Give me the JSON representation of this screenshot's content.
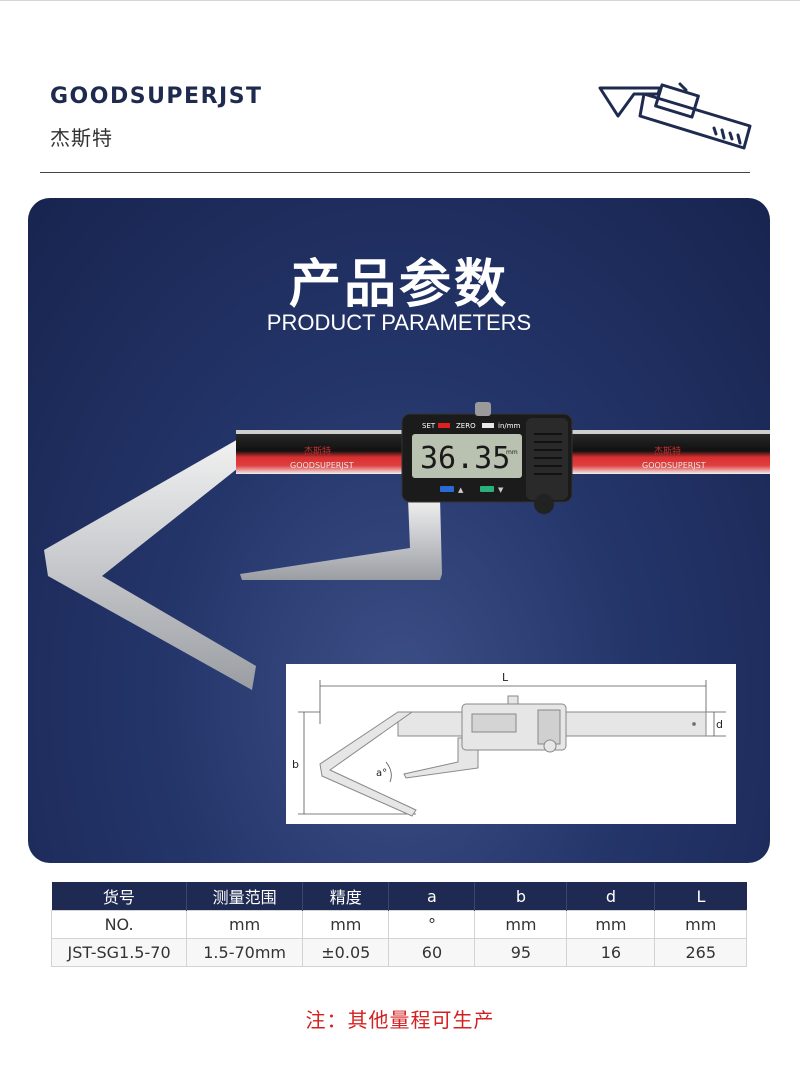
{
  "header": {
    "brand": "GOODSUPERJST",
    "brand_cn": "杰斯特"
  },
  "panel": {
    "title_cn": "产品参数",
    "title_en": "PRODUCT PARAMETERS"
  },
  "caliper": {
    "display_reading": "36.35",
    "display_unit": "mm",
    "button_set": "SET",
    "button_zero": "ZERO",
    "button_inmm": "in/mm",
    "beam_brand": "GOODSUPERJST",
    "beam_brand_cn": "杰斯特"
  },
  "diagram": {
    "label_L": "L",
    "label_d": "d",
    "label_b": "b",
    "label_a": "a°"
  },
  "specs": {
    "headers": [
      "货号",
      "测量范围",
      "精度",
      "a",
      "b",
      "d",
      "L"
    ],
    "units": [
      "NO.",
      "mm",
      "mm",
      "°",
      "mm",
      "mm",
      "mm"
    ],
    "row": [
      "JST-SG1.5-70",
      "1.5-70mm",
      "±0.05",
      "60",
      "95",
      "16",
      "265"
    ]
  },
  "note": "注：其他量程可生产",
  "colors": {
    "brand_navy": "#1e2b4f",
    "panel_bg": "#24356a",
    "accent_red": "#e23030",
    "note_red": "#d42020"
  }
}
